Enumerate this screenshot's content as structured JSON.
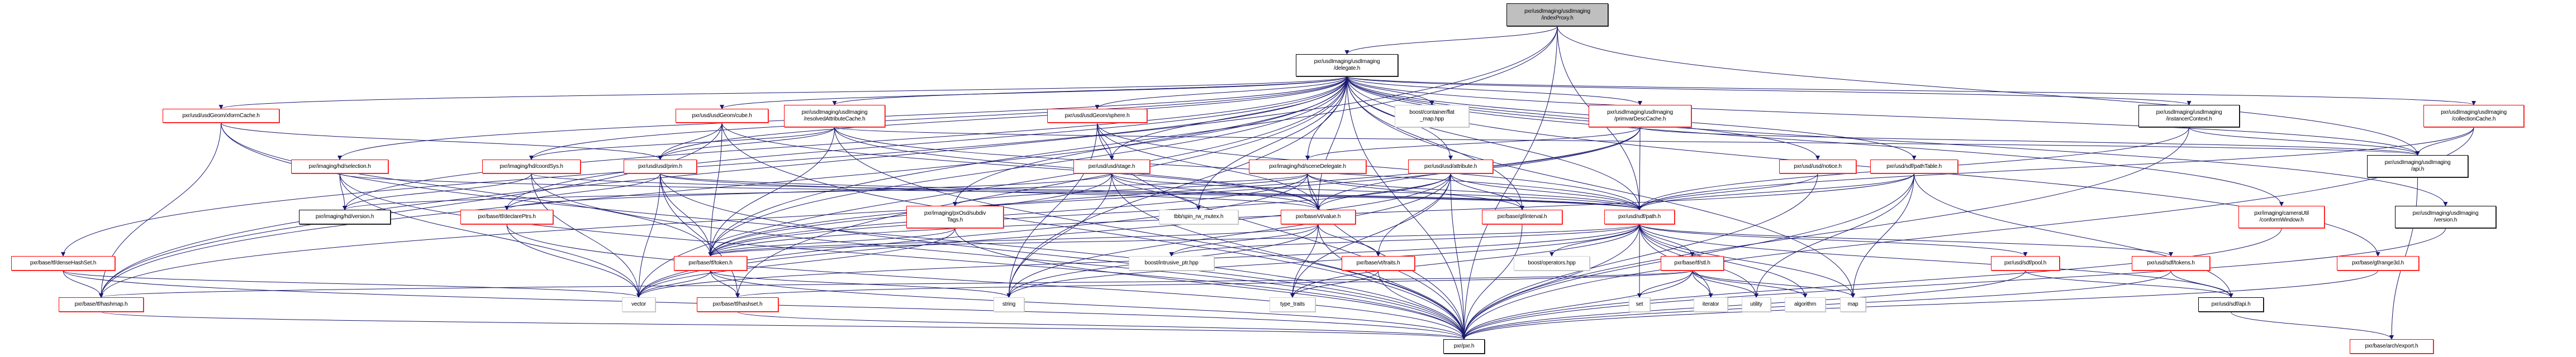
{
  "graph": {
    "title": "pxr/usdImaging/usdImaging/indexProxy.h",
    "edge_color": "#191970",
    "nodes": [
      {
        "id": "indexProxy",
        "lines": [
          "pxr/usdImaging/usdImaging",
          "/indexProxy.h"
        ],
        "style": "root"
      },
      {
        "id": "delegate",
        "lines": [
          "pxr/usdImaging/usdImaging",
          "/delegate.h"
        ],
        "style": "black"
      },
      {
        "id": "xformCache",
        "lines": [
          "pxr/usd/usdGeom/xformCache.h"
        ],
        "style": "red"
      },
      {
        "id": "cube",
        "lines": [
          "pxr/usd/usdGeom/cube.h"
        ],
        "style": "red"
      },
      {
        "id": "resolvedAttr",
        "lines": [
          "pxr/usdImaging/usdImaging",
          "/resolvedAttributeCache.h"
        ],
        "style": "red"
      },
      {
        "id": "sphere",
        "lines": [
          "pxr/usd/usdGeom/sphere.h"
        ],
        "style": "red"
      },
      {
        "id": "flatmap",
        "lines": [
          "boost/container/flat",
          "_map.hpp"
        ],
        "style": "gray"
      },
      {
        "id": "primvarDesc",
        "lines": [
          "pxr/usdImaging/usdImaging",
          "/primvarDescCache.h"
        ],
        "style": "red"
      },
      {
        "id": "instancerCtx",
        "lines": [
          "pxr/usdImaging/usdImaging",
          "/instancerContext.h"
        ],
        "style": "black"
      },
      {
        "id": "collectionCache",
        "lines": [
          "pxr/usdImaging/usdImaging",
          "/collectionCache.h"
        ],
        "style": "red"
      },
      {
        "id": "selection",
        "lines": [
          "pxr/imaging/hd/selection.h"
        ],
        "style": "red"
      },
      {
        "id": "coordSys",
        "lines": [
          "pxr/imaging/hd/coordSys.h"
        ],
        "style": "red"
      },
      {
        "id": "prim",
        "lines": [
          "pxr/usd/usd/prim.h"
        ],
        "style": "red"
      },
      {
        "id": "stage",
        "lines": [
          "pxr/usd/usd/stage.h"
        ],
        "style": "red"
      },
      {
        "id": "sceneDelegate",
        "lines": [
          "pxr/imaging/hd/sceneDelegate.h"
        ],
        "style": "red"
      },
      {
        "id": "attribute",
        "lines": [
          "pxr/usd/usd/attribute.h"
        ],
        "style": "red"
      },
      {
        "id": "notice",
        "lines": [
          "pxr/usd/usd/notice.h"
        ],
        "style": "red"
      },
      {
        "id": "pathTable",
        "lines": [
          "pxr/usd/sdf/pathTable.h"
        ],
        "style": "red"
      },
      {
        "id": "uiApi",
        "lines": [
          "pxr/usdImaging/usdImaging",
          "/api.h"
        ],
        "style": "black"
      },
      {
        "id": "hdVersion",
        "lines": [
          "pxr/imaging/hd/version.h"
        ],
        "style": "black"
      },
      {
        "id": "declarePtrs",
        "lines": [
          "pxr/base/tf/declarePtrs.h"
        ],
        "style": "red"
      },
      {
        "id": "subdivTags",
        "lines": [
          "pxr/imaging/pxOsd/subdiv",
          "Tags.h"
        ],
        "style": "red"
      },
      {
        "id": "spinMutex",
        "lines": [
          "tbb/spin_rw_mutex.h"
        ],
        "style": "gray"
      },
      {
        "id": "value",
        "lines": [
          "pxr/base/vt/value.h"
        ],
        "style": "red"
      },
      {
        "id": "interval",
        "lines": [
          "pxr/base/gf/interval.h"
        ],
        "style": "red"
      },
      {
        "id": "path",
        "lines": [
          "pxr/usd/sdf/path.h"
        ],
        "style": "red"
      },
      {
        "id": "conformWindow",
        "lines": [
          "pxr/imaging/cameraUtil",
          "/conformWindow.h"
        ],
        "style": "red"
      },
      {
        "id": "uiVersion",
        "lines": [
          "pxr/usdImaging/usdImaging",
          "/version.h"
        ],
        "style": "black"
      },
      {
        "id": "denseHashSet",
        "lines": [
          "pxr/base/tf/denseHashSet.h"
        ],
        "style": "red"
      },
      {
        "id": "token",
        "lines": [
          "pxr/base/tf/token.h"
        ],
        "style": "red"
      },
      {
        "id": "intrusive",
        "lines": [
          "boost/intrusive_ptr.hpp"
        ],
        "style": "gray"
      },
      {
        "id": "traits",
        "lines": [
          "pxr/base/vt/traits.h"
        ],
        "style": "red"
      },
      {
        "id": "operators",
        "lines": [
          "boost/operators.hpp"
        ],
        "style": "gray"
      },
      {
        "id": "stl",
        "lines": [
          "pxr/base/tf/stl.h"
        ],
        "style": "red"
      },
      {
        "id": "pool",
        "lines": [
          "pxr/usd/sdf/pool.h"
        ],
        "style": "red"
      },
      {
        "id": "tokens",
        "lines": [
          "pxr/usd/sdf/tokens.h"
        ],
        "style": "red"
      },
      {
        "id": "range3d",
        "lines": [
          "pxr/base/gf/range3d.h"
        ],
        "style": "red"
      },
      {
        "id": "hashmap",
        "lines": [
          "pxr/base/tf/hashmap.h"
        ],
        "style": "red"
      },
      {
        "id": "vector",
        "lines": [
          "vector"
        ],
        "style": "gray"
      },
      {
        "id": "hashset",
        "lines": [
          "pxr/base/tf/hashset.h"
        ],
        "style": "red"
      },
      {
        "id": "string",
        "lines": [
          "string"
        ],
        "style": "gray"
      },
      {
        "id": "typeTraits",
        "lines": [
          "type_traits"
        ],
        "style": "gray"
      },
      {
        "id": "set",
        "lines": [
          "set"
        ],
        "style": "gray"
      },
      {
        "id": "iterator",
        "lines": [
          "iterator"
        ],
        "style": "gray"
      },
      {
        "id": "utility",
        "lines": [
          "utility"
        ],
        "style": "gray"
      },
      {
        "id": "algorithm",
        "lines": [
          "algorithm"
        ],
        "style": "gray"
      },
      {
        "id": "map",
        "lines": [
          "map"
        ],
        "style": "gray"
      },
      {
        "id": "sdfApi",
        "lines": [
          "pxr/usd/sdf/api.h"
        ],
        "style": "black"
      },
      {
        "id": "pxr",
        "lines": [
          "pxr/pxr.h"
        ],
        "style": "black"
      },
      {
        "id": "archExport",
        "lines": [
          "pxr/base/arch/export.h"
        ],
        "style": "red"
      }
    ],
    "edges": [
      [
        "indexProxy",
        "delegate"
      ],
      [
        "indexProxy",
        "path"
      ],
      [
        "indexProxy",
        "uiApi"
      ],
      [
        "indexProxy",
        "pxr"
      ],
      [
        "indexProxy",
        "token"
      ],
      [
        "indexProxy",
        "hashmap"
      ],
      [
        "delegate",
        "xformCache"
      ],
      [
        "delegate",
        "cube"
      ],
      [
        "delegate",
        "resolvedAttr"
      ],
      [
        "delegate",
        "sphere"
      ],
      [
        "delegate",
        "flatmap"
      ],
      [
        "delegate",
        "primvarDesc"
      ],
      [
        "delegate",
        "instancerCtx"
      ],
      [
        "delegate",
        "collectionCache"
      ],
      [
        "delegate",
        "selection"
      ],
      [
        "delegate",
        "coordSys"
      ],
      [
        "delegate",
        "prim"
      ],
      [
        "delegate",
        "stage"
      ],
      [
        "delegate",
        "sceneDelegate"
      ],
      [
        "delegate",
        "attribute"
      ],
      [
        "delegate",
        "notice"
      ],
      [
        "delegate",
        "pathTable"
      ],
      [
        "delegate",
        "uiApi"
      ],
      [
        "delegate",
        "hdVersion"
      ],
      [
        "delegate",
        "declarePtrs"
      ],
      [
        "delegate",
        "subdivTags"
      ],
      [
        "delegate",
        "spinMutex"
      ],
      [
        "delegate",
        "value"
      ],
      [
        "delegate",
        "interval"
      ],
      [
        "delegate",
        "path"
      ],
      [
        "delegate",
        "conformWindow"
      ],
      [
        "delegate",
        "uiVersion"
      ],
      [
        "delegate",
        "denseHashSet"
      ],
      [
        "delegate",
        "token"
      ],
      [
        "delegate",
        "range3d"
      ],
      [
        "delegate",
        "hashmap"
      ],
      [
        "delegate",
        "vector"
      ],
      [
        "delegate",
        "hashset"
      ],
      [
        "delegate",
        "string"
      ],
      [
        "delegate",
        "map"
      ],
      [
        "delegate",
        "pxr"
      ],
      [
        "xformCache",
        "prim"
      ],
      [
        "xformCache",
        "hashmap"
      ],
      [
        "xformCache",
        "token"
      ],
      [
        "xformCache",
        "pxr"
      ],
      [
        "cube",
        "prim"
      ],
      [
        "cube",
        "token"
      ],
      [
        "cube",
        "value"
      ],
      [
        "cube",
        "pxr"
      ],
      [
        "cube",
        "hashmap"
      ],
      [
        "resolvedAttr",
        "prim"
      ],
      [
        "resolvedAttr",
        "coordSys"
      ],
      [
        "resolvedAttr",
        "token"
      ],
      [
        "resolvedAttr",
        "path"
      ],
      [
        "resolvedAttr",
        "value"
      ],
      [
        "resolvedAttr",
        "uiApi"
      ],
      [
        "resolvedAttr",
        "pxr"
      ],
      [
        "sphere",
        "stage"
      ],
      [
        "sphere",
        "value"
      ],
      [
        "sphere",
        "path"
      ],
      [
        "sphere",
        "string"
      ],
      [
        "sphere",
        "pxr"
      ],
      [
        "primvarDesc",
        "path"
      ],
      [
        "primvarDesc",
        "sceneDelegate"
      ],
      [
        "primvarDesc",
        "token"
      ],
      [
        "primvarDesc",
        "value"
      ],
      [
        "primvarDesc",
        "uiApi"
      ],
      [
        "primvarDesc",
        "hashmap"
      ],
      [
        "instancerCtx",
        "uiApi"
      ],
      [
        "instancerCtx",
        "path"
      ],
      [
        "instancerCtx",
        "pxr"
      ],
      [
        "collectionCache",
        "uiApi"
      ],
      [
        "collectionCache",
        "path"
      ],
      [
        "collectionCache",
        "pxr"
      ],
      [
        "selection",
        "hdVersion"
      ],
      [
        "selection",
        "path"
      ],
      [
        "selection",
        "vector"
      ],
      [
        "selection",
        "pxr"
      ],
      [
        "coordSys",
        "hdVersion"
      ],
      [
        "coordSys",
        "path"
      ],
      [
        "coordSys",
        "vector"
      ],
      [
        "coordSys",
        "pxr"
      ],
      [
        "prim",
        "declarePtrs"
      ],
      [
        "prim",
        "token"
      ],
      [
        "prim",
        "vector"
      ],
      [
        "prim",
        "path"
      ],
      [
        "prim",
        "value"
      ],
      [
        "prim",
        "hashset"
      ],
      [
        "prim",
        "pxr"
      ],
      [
        "stage",
        "path"
      ],
      [
        "stage",
        "value"
      ],
      [
        "stage",
        "spinMutex"
      ],
      [
        "stage",
        "string"
      ],
      [
        "stage",
        "token"
      ],
      [
        "stage",
        "declarePtrs"
      ],
      [
        "stage",
        "pxr"
      ],
      [
        "sceneDelegate",
        "value"
      ],
      [
        "sceneDelegate",
        "path"
      ],
      [
        "sceneDelegate",
        "token"
      ],
      [
        "sceneDelegate",
        "subdivTags"
      ],
      [
        "sceneDelegate",
        "hdVersion"
      ],
      [
        "sceneDelegate",
        "interval"
      ],
      [
        "sceneDelegate",
        "vector"
      ],
      [
        "sceneDelegate",
        "pxr"
      ],
      [
        "attribute",
        "value"
      ],
      [
        "attribute",
        "path"
      ],
      [
        "attribute",
        "interval"
      ],
      [
        "attribute",
        "token"
      ],
      [
        "attribute",
        "traits"
      ],
      [
        "attribute",
        "string"
      ],
      [
        "attribute",
        "vector"
      ],
      [
        "attribute",
        "typeTraits"
      ],
      [
        "attribute",
        "pxr"
      ],
      [
        "notice",
        "path"
      ],
      [
        "notice",
        "pxr"
      ],
      [
        "pathTable",
        "path"
      ],
      [
        "pathTable",
        "utility"
      ],
      [
        "pathTable",
        "map"
      ],
      [
        "pathTable",
        "sdfApi"
      ],
      [
        "pathTable",
        "token"
      ],
      [
        "pathTable",
        "pxr"
      ],
      [
        "uiApi",
        "archExport"
      ],
      [
        "declarePtrs",
        "vector"
      ],
      [
        "declarePtrs",
        "pxr"
      ],
      [
        "subdivTags",
        "token"
      ],
      [
        "subdivTags",
        "vector"
      ],
      [
        "subdivTags",
        "pxr"
      ],
      [
        "value",
        "intrusive"
      ],
      [
        "value",
        "traits"
      ],
      [
        "value",
        "string"
      ],
      [
        "value",
        "typeTraits"
      ],
      [
        "value",
        "token"
      ],
      [
        "value",
        "pxr"
      ],
      [
        "interval",
        "pxr"
      ],
      [
        "path",
        "token"
      ],
      [
        "path",
        "sdfApi"
      ],
      [
        "path",
        "pool"
      ],
      [
        "path",
        "tokens"
      ],
      [
        "path",
        "stl"
      ],
      [
        "path",
        "operators"
      ],
      [
        "path",
        "set"
      ],
      [
        "path",
        "iterator"
      ],
      [
        "path",
        "utility"
      ],
      [
        "path",
        "algorithm"
      ],
      [
        "path",
        "map"
      ],
      [
        "path",
        "string"
      ],
      [
        "path",
        "vector"
      ],
      [
        "path",
        "intrusive"
      ],
      [
        "path",
        "typeTraits"
      ],
      [
        "path",
        "pxr"
      ],
      [
        "conformWindow",
        "pxr"
      ],
      [
        "uiVersion",
        "pxr"
      ],
      [
        "denseHashSet",
        "hashmap"
      ],
      [
        "denseHashSet",
        "vector"
      ],
      [
        "denseHashSet",
        "pxr"
      ],
      [
        "token",
        "hashset"
      ],
      [
        "token",
        "vector"
      ],
      [
        "token",
        "string"
      ],
      [
        "token",
        "pxr"
      ],
      [
        "traits",
        "typeTraits"
      ],
      [
        "traits",
        "pxr"
      ],
      [
        "stl",
        "set"
      ],
      [
        "stl",
        "iterator"
      ],
      [
        "stl",
        "utility"
      ],
      [
        "stl",
        "algorithm"
      ],
      [
        "stl",
        "map"
      ],
      [
        "stl",
        "hashmap"
      ],
      [
        "stl",
        "hashset"
      ],
      [
        "stl",
        "pxr"
      ],
      [
        "pool",
        "sdfApi"
      ],
      [
        "pool",
        "pxr"
      ],
      [
        "tokens",
        "sdfApi"
      ],
      [
        "tokens",
        "pxr"
      ],
      [
        "range3d",
        "pxr"
      ],
      [
        "hashmap",
        "pxr"
      ],
      [
        "hashset",
        "pxr"
      ],
      [
        "sdfApi",
        "archExport"
      ]
    ]
  }
}
